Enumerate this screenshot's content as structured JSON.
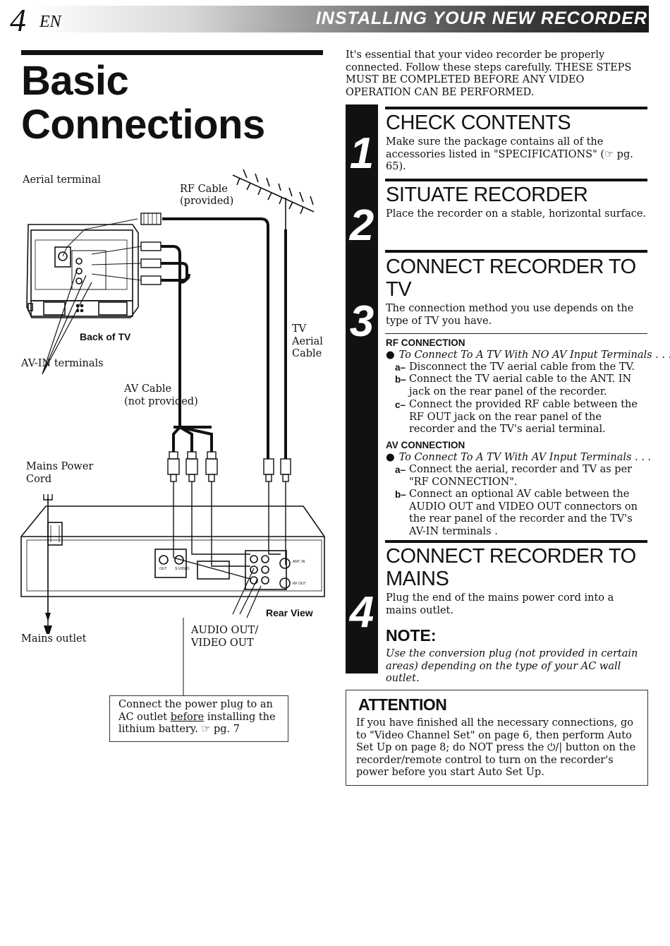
{
  "header": {
    "page_number": "4",
    "lang": "EN",
    "section_title": "INSTALLING YOUR NEW RECORDER"
  },
  "title": {
    "line1": "Basic",
    "line2": "Connections"
  },
  "diagram": {
    "aerial_terminal": "Aerial terminal",
    "rf_cable_1": "RF Cable",
    "rf_cable_2": "(provided)",
    "back_of_tv": "Back of TV",
    "av_in_terminals": "AV-IN terminals",
    "tv_aerial_1": "TV",
    "tv_aerial_2": "Aerial",
    "tv_aerial_3": "Cable",
    "av_cable_1": "AV Cable",
    "av_cable_2": "(not provided)",
    "mains_power_1": "Mains Power",
    "mains_power_2": "Cord",
    "rear_view": "Rear View",
    "mains_outlet": "Mains outlet",
    "audio_out_1": "AUDIO OUT/",
    "audio_out_2": "VIDEO OUT",
    "panel_ant_in": "ANT. IN",
    "panel_rf_out": "RF OUT",
    "panel_out": "OUT",
    "panel_s_video": "S-VIDEO"
  },
  "power_note": {
    "part1": "Connect the power plug to an AC outlet ",
    "underlined": "before",
    "part2": " installing the lithium battery. ☞ pg. 7"
  },
  "intro": "It's essential that your video recorder be properly connected. Follow these steps carefully. THESE STEPS MUST BE COMPLETED BEFORE ANY VIDEO OPERATION CAN BE PERFORMED.",
  "steps": [
    {
      "number": "1",
      "title": "CHECK CONTENTS",
      "text": "Make sure the package contains all of the accessories listed in \"SPECIFICATIONS\" (☞ pg. 65)."
    },
    {
      "number": "2",
      "title": "SITUATE RECORDER",
      "text": "Place the recorder on a stable, horizontal surface."
    },
    {
      "number": "3",
      "title": "CONNECT RECORDER TO TV",
      "text": "The connection method you use depends on the type of TV you have."
    },
    {
      "number": "4",
      "title": "CONNECT RECORDER TO MAINS",
      "text": "Plug the end of the mains power cord into a mains outlet."
    }
  ],
  "rf": {
    "head": "RF CONNECTION",
    "bullet": "To Connect To A TV With NO AV Input Terminals . . .",
    "items": [
      {
        "mark": "a–",
        "text": "Disconnect the TV aerial cable from the TV."
      },
      {
        "mark": "b–",
        "text": "Connect the TV aerial cable to the ANT. IN jack on the rear panel of the recorder."
      },
      {
        "mark": "c–",
        "text": "Connect the provided RF cable between the RF OUT jack on the rear panel of the recorder and the TV's aerial terminal."
      }
    ]
  },
  "av": {
    "head": "AV CONNECTION",
    "bullet": "To Connect To A TV With AV Input Terminals . . .",
    "items": [
      {
        "mark": "a–",
        "text": "Connect the aerial, recorder and TV as per \"RF CONNECTION\"."
      },
      {
        "mark": "b–",
        "text": "Connect an optional AV cable between the AUDIO OUT and VIDEO OUT connectors on the rear panel of the recorder and the TV's AV-IN terminals ."
      }
    ]
  },
  "note": {
    "head": "NOTE:",
    "text": "Use the conversion plug (not provided in certain areas) depending on the type of your AC wall outlet."
  },
  "attention": {
    "head": "ATTENTION",
    "text": "If you have finished all the necessary connections, go to \"Video Channel Set\" on page 6, then perform Auto Set Up on page 8; do NOT press the ⏻/| button on the recorder/remote control to turn on the recorder's power before you start Auto Set Up."
  }
}
